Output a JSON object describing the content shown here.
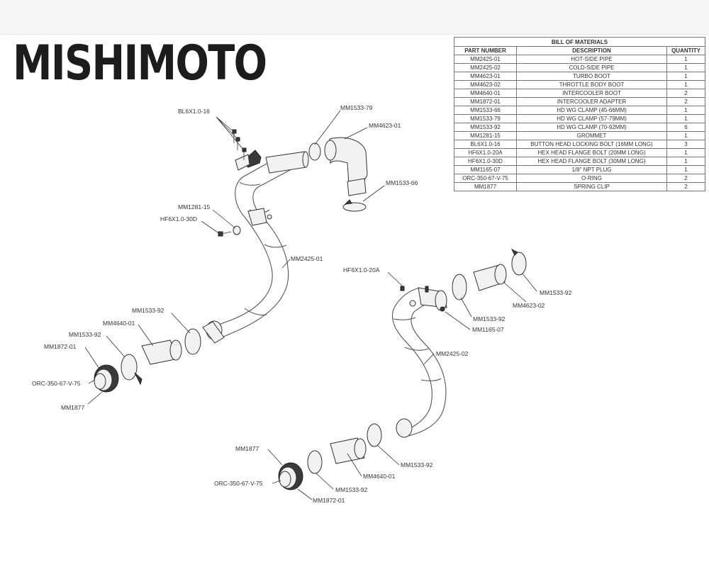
{
  "brand": {
    "logo": "MISHIMOTO"
  },
  "bom": {
    "title": "BILL OF MATERIALS",
    "headers": [
      "PART NUMBER",
      "DESCRIPTION",
      "QUANTITY"
    ],
    "rows": [
      [
        "MM2425-01",
        "HOT-SIDE PIPE",
        "1"
      ],
      [
        "MM2425-02",
        "COLD-SIDE PIPE",
        "1"
      ],
      [
        "MM4623-01",
        "TURBO BOOT",
        "1"
      ],
      [
        "MM4623-02",
        "THROTTLE BODY BOOT",
        "1"
      ],
      [
        "MM4640-01",
        "INTERCOOLER BOOT",
        "2"
      ],
      [
        "MM1872-01",
        "INTERCOOLER ADAPTER",
        "2"
      ],
      [
        "MM1533-66",
        "HD WG CLAMP (45-66MM)",
        "1"
      ],
      [
        "MM1533-79",
        "HD WG CLAMP (57-79MM)",
        "1"
      ],
      [
        "MM1533-92",
        "HD WG CLAMP (70-92MM)",
        "6"
      ],
      [
        "MM1281-15",
        "GROMMET",
        "1"
      ],
      [
        "BL6X1.0-16",
        "BUTTON HEAD LOCKING BOLT (16MM LONG)",
        "3"
      ],
      [
        "HF6X1.0-20A",
        "HEX HEAD FLANGE BOLT (20MM LONG)",
        "1"
      ],
      [
        "HF6X1.0-30D",
        "HEX HEAD FLANGE BOLT (30MM LONG)",
        "1"
      ],
      [
        "MM1165-07",
        "1/8\" NPT PLUG",
        "1"
      ],
      [
        "ORC-350-67-V-75",
        "O-RING",
        "2"
      ],
      [
        "MM1877",
        "SPRING CLIP",
        "2"
      ]
    ]
  },
  "callouts": {
    "bl6_16": "BL6X1.0-16",
    "mm1533_79": "MM1533-79",
    "mm4623_01": "MM4623-01",
    "mm1533_66": "MM1533-66",
    "mm1281_15": "MM1281-15",
    "hf6_30d": "HF6X1.0-30D",
    "mm2425_01": "MM2425-01",
    "l_mm1533_92_a": "MM1533-92",
    "l_mm4640_01": "MM4640-01",
    "l_mm1533_92_b": "MM1533-92",
    "l_mm1872_01": "MM1872-01",
    "l_orc": "ORC-350-67-V-75",
    "l_mm1877": "MM1877",
    "hf6_20a": "HF6X1.0-20A",
    "r_mm1533_92_top": "MM1533-92",
    "mm4623_02": "MM4623-02",
    "r_mm1533_92_mid": "MM1533-92",
    "mm1165_07": "MM1165-07",
    "mm2425_02": "MM2425-02",
    "b_mm1877": "MM1877",
    "b_mm1533_92_a": "MM1533-92",
    "b_mm4640_01": "MM4640-01",
    "b_orc": "ORC-350-67-V-75",
    "b_mm1533_92_b": "MM1533-92",
    "b_mm1872_01": "MM1872-01"
  }
}
